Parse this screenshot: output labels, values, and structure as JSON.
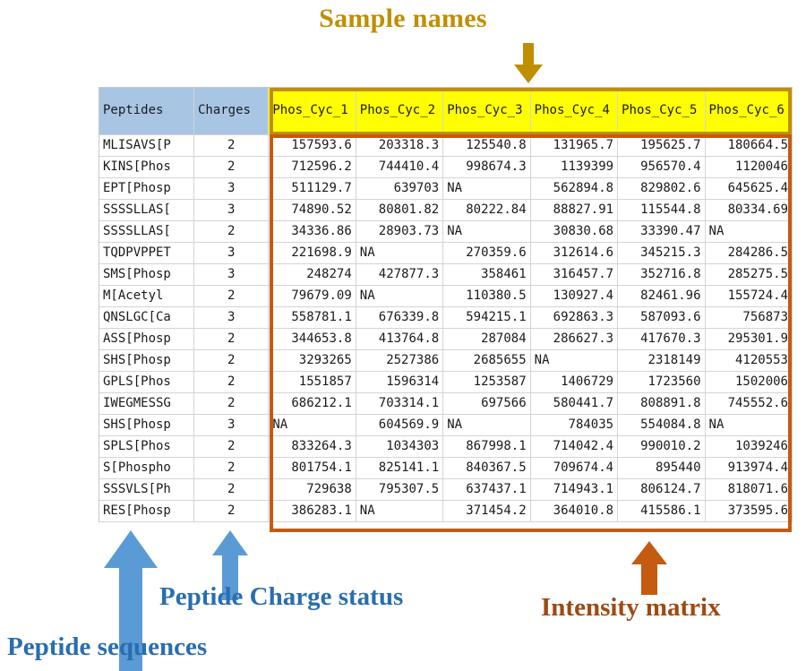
{
  "annotations": {
    "sample_names": {
      "label": "Sample names",
      "color": "#bf8f00",
      "arrow": "arrow-down-icon"
    },
    "peptide_sequences": {
      "label": "Peptide sequences",
      "color": "#2a6db0",
      "arrow": "arrow-up-icon"
    },
    "peptide_charge_status": {
      "label": "Peptide Charge status",
      "color": "#2a6db0",
      "arrow": "arrow-up-icon"
    },
    "intensity_matrix": {
      "label": "Intensity matrix",
      "color": "#9e4a12",
      "arrow": "arrow-up-icon"
    }
  },
  "highlight_boxes": {
    "header_box_color": "#bf8f00",
    "matrix_box_color": "#c55a11",
    "header_fill": "#ffff00",
    "row_header_fill": "#a8c6e4"
  },
  "table": {
    "headers": [
      "Peptides",
      "Charges",
      "Phos_Cyc_1",
      "Phos_Cyc_2",
      "Phos_Cyc_3",
      "Phos_Cyc_4",
      "Phos_Cyc_5",
      "Phos_Cyc_6"
    ],
    "rows": [
      {
        "peptide": "MLISAVS[P",
        "charge": "2",
        "values": [
          "157593.6",
          "203318.3",
          "125540.8",
          "131965.7",
          "195625.7",
          "180664.5"
        ]
      },
      {
        "peptide": "KINS[Phos",
        "charge": "2",
        "values": [
          "712596.2",
          "744410.4",
          "998674.3",
          "1139399",
          "956570.4",
          "1120046"
        ]
      },
      {
        "peptide": "EPT[Phosp",
        "charge": "3",
        "values": [
          "511129.7",
          "639703",
          "NA",
          "562894.8",
          "829802.6",
          "645625.4"
        ]
      },
      {
        "peptide": "SSSSLLAS[",
        "charge": "3",
        "values": [
          "74890.52",
          "80801.82",
          "80222.84",
          "88827.91",
          "115544.8",
          "80334.69"
        ]
      },
      {
        "peptide": "SSSSLLAS[",
        "charge": "2",
        "values": [
          "34336.86",
          "28903.73",
          "NA",
          "30830.68",
          "33390.47",
          "NA"
        ]
      },
      {
        "peptide": "TQDPVPPET",
        "charge": "3",
        "values": [
          "221698.9",
          "NA",
          "270359.6",
          "312614.6",
          "345215.3",
          "284286.5"
        ]
      },
      {
        "peptide": "SMS[Phosp",
        "charge": "3",
        "values": [
          "248274",
          "427877.3",
          "358461",
          "316457.7",
          "352716.8",
          "285275.5"
        ]
      },
      {
        "peptide": "M[Acetyl",
        "charge": "2",
        "values": [
          "79679.09",
          "NA",
          "110380.5",
          "130927.4",
          "82461.96",
          "155724.4"
        ]
      },
      {
        "peptide": "QNSLGC[Ca",
        "charge": "3",
        "values": [
          "558781.1",
          "676339.8",
          "594215.1",
          "692863.3",
          "587093.6",
          "756873"
        ]
      },
      {
        "peptide": "ASS[Phosp",
        "charge": "2",
        "values": [
          "344653.8",
          "413764.8",
          "287084",
          "286627.3",
          "417670.3",
          "295301.9"
        ]
      },
      {
        "peptide": "SHS[Phosp",
        "charge": "2",
        "values": [
          "3293265",
          "2527386",
          "2685655",
          "NA",
          "2318149",
          "4120553"
        ]
      },
      {
        "peptide": "GPLS[Phos",
        "charge": "2",
        "values": [
          "1551857",
          "1596314",
          "1253587",
          "1406729",
          "1723560",
          "1502006"
        ]
      },
      {
        "peptide": "IWEGMESSG",
        "charge": "2",
        "values": [
          "686212.1",
          "703314.1",
          "697566",
          "580441.7",
          "808891.8",
          "745552.6"
        ]
      },
      {
        "peptide": "SHS[Phosp",
        "charge": "3",
        "values": [
          "NA",
          "604569.9",
          "NA",
          "784035",
          "554084.8",
          "NA"
        ]
      },
      {
        "peptide": "SPLS[Phos",
        "charge": "2",
        "values": [
          "833264.3",
          "1034303",
          "867998.1",
          "714042.4",
          "990010.2",
          "1039246"
        ]
      },
      {
        "peptide": "S[Phospho",
        "charge": "2",
        "values": [
          "801754.1",
          "825141.1",
          "840367.5",
          "709674.4",
          "895440",
          "913974.4"
        ]
      },
      {
        "peptide": "SSSVLS[Ph",
        "charge": "2",
        "values": [
          "729638",
          "795307.5",
          "637437.1",
          "714943.1",
          "806124.7",
          "818071.6"
        ]
      },
      {
        "peptide": "RES[Phosp",
        "charge": "2",
        "values": [
          "386283.1",
          "NA",
          "371454.2",
          "364010.8",
          "415586.1",
          "373595.6"
        ]
      }
    ]
  }
}
